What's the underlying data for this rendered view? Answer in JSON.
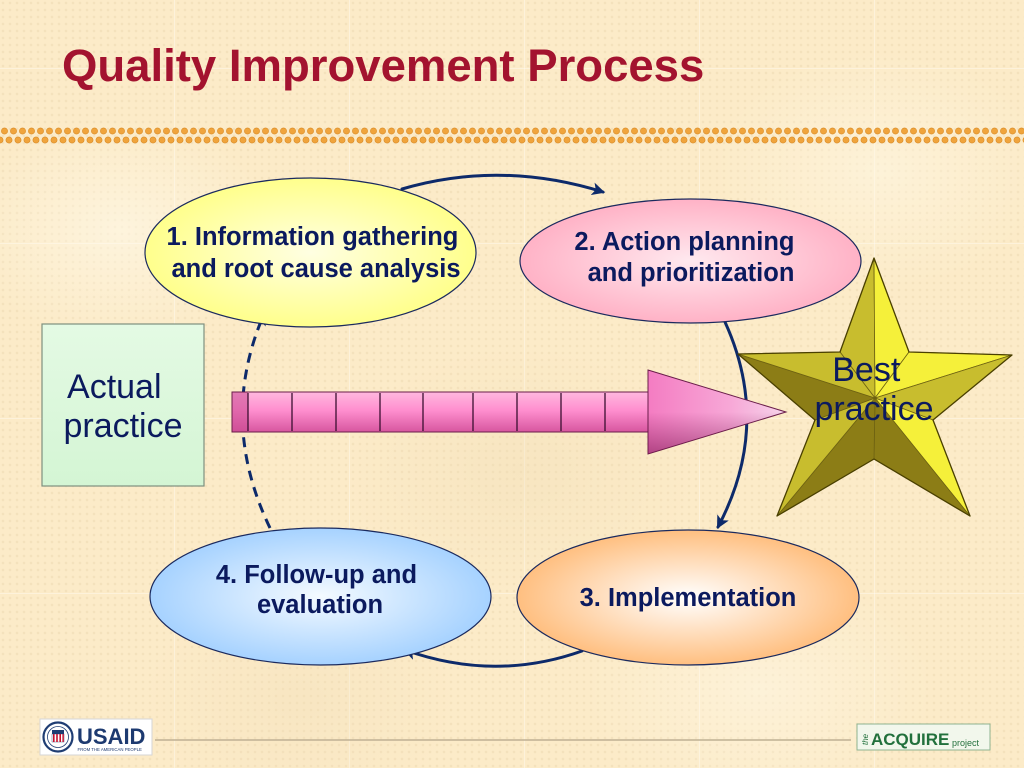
{
  "slide": {
    "title": "Quality Improvement Process"
  },
  "steps": [
    {
      "lines": [
        "1. Information gathering",
        "and root cause analysis"
      ]
    },
    {
      "lines": [
        "2. Action planning",
        "and prioritization"
      ]
    },
    {
      "lines": [
        "3. Implementation"
      ]
    },
    {
      "lines": [
        "4. Follow-up and",
        "evaluation"
      ]
    }
  ],
  "actual_practice": {
    "lines": [
      "Actual",
      "practice"
    ]
  },
  "best_practice": {
    "lines": [
      "Best",
      "practice"
    ]
  },
  "footer": {
    "usaid_logo": {
      "wordmark": "USAID",
      "tagline": "FROM THE AMERICAN PEOPLE"
    },
    "acquire_logo": {
      "prefix": "the",
      "name": "ACQUIRE",
      "suffix": "project"
    }
  },
  "colors": {
    "title": "#a3132f",
    "divider_dots": "#f0a43c",
    "connector": "#0d2a6a",
    "label_text": "#0b1a5e",
    "step_1_fill": "#ffff8c",
    "step_2_fill": "#ffb2c6",
    "step_3_fill": "#ffbf80",
    "step_4_fill": "#a6d2ff",
    "actual_practice_fill": "#d4f5d4",
    "progress_arrow_fill": "#ff8fcf",
    "star_light": "#f5f03a",
    "star_mid": "#c8bd2e",
    "star_dark": "#8c7d16"
  }
}
